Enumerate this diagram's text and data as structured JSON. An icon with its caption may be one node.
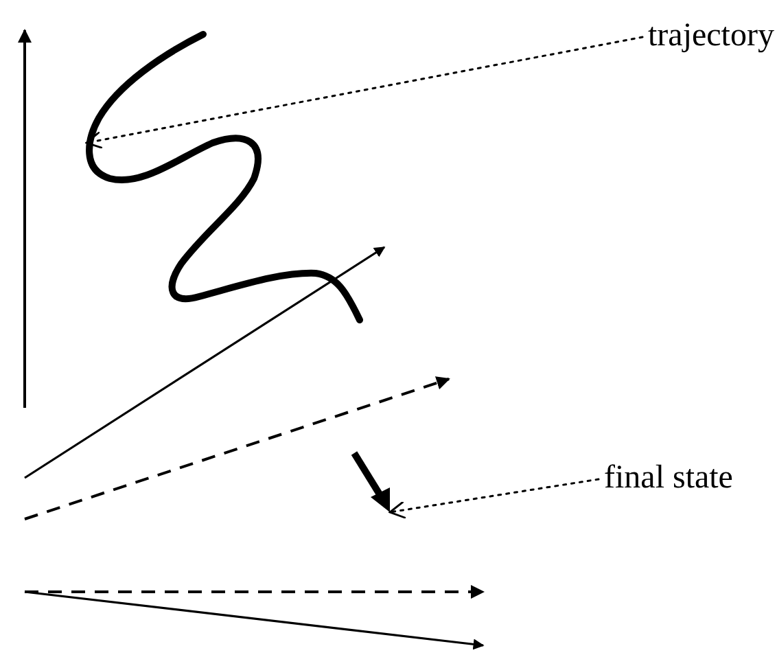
{
  "diagram": {
    "nodes": [
      {
        "text": [
          "trajectory"
        ]
      },
      {
        "text": [],
        "shape": "curve"
      },
      {
        "text": [
          "final state"
        ]
      },
      {
        "text": [],
        "shape": "arrow"
      }
    ],
    "edges": [
      {
        "from": 0,
        "to": 1,
        "arrow": "to",
        "style": "dashed"
      },
      {
        "from": 2,
        "to": 3,
        "arrow": "to",
        "style": "dashed"
      }
    ]
  }
}
